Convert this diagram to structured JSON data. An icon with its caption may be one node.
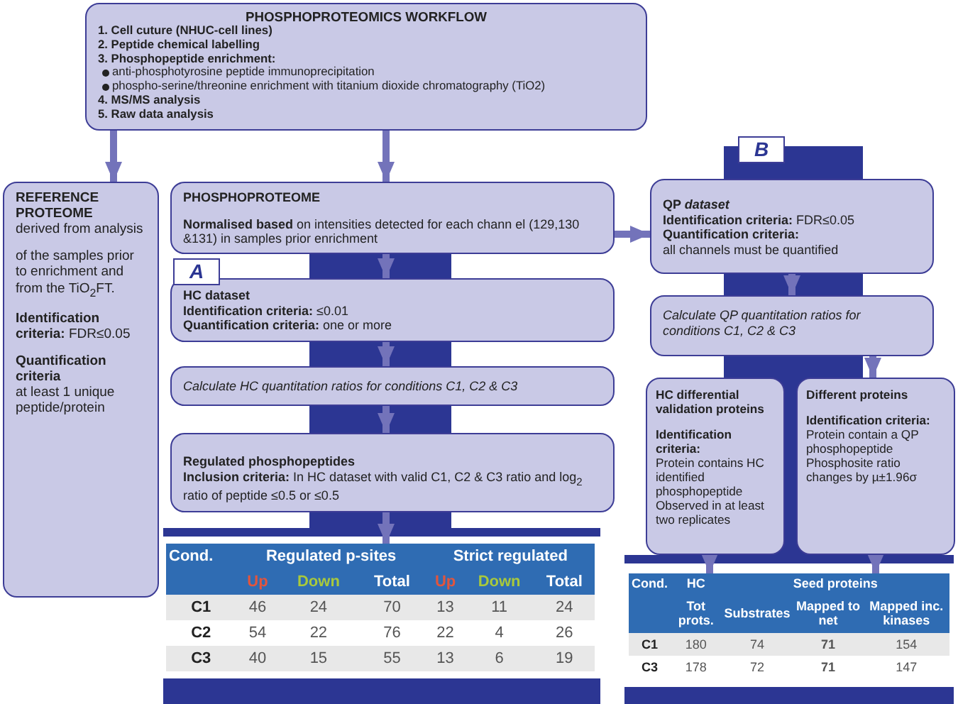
{
  "diagram": {
    "nodes": [
      {
        "text": [
          "PHOSPHOPROTEOMICS WORKFLOW",
          "1. Cell cuture (NHUC-cell lines)",
          "2. Peptide chemical labelling",
          "3. Phosphopeptide enrichment:",
          "anti-phosphotyrosine peptide immunoprecipitation",
          "phospho-serine/threonine enrichment with titanium dioxide chromatography (TiO2)",
          "4. MS/MS analysis",
          "5. Raw data analysis"
        ]
      },
      {
        "text": [
          "REFERENCE PROTEOME",
          "derived from analysis",
          "of the samples prior to enrichment and from the TiO$_{2}$FT.",
          "**Identification criteria:** FDR≤0.05",
          "Quantification criteria",
          "at least 1 unique peptide/protein"
        ]
      },
      {
        "text": [
          "PHOSPHOPROTEOME",
          "**Normalised based** on intensities detected for each chann el (129,130 &131) in samples prior enrichment"
        ]
      },
      {
        "text": [
          "HC dataset",
          "**Identification criteria:** ≤0.01",
          "**Quantification criteria:** one or more"
        ]
      },
      {
        "text": [
          "Calculate HC quantitation ratios for conditions C1, C2 & C3"
        ]
      },
      {
        "text": [
          "Regulated phosphopeptides",
          "**Inclusion criteria:** In HC dataset with valid  C1, C2 & C3 ratio and log$_{2}$  ratio of peptide ≤0.5 or ≤0.5"
        ]
      },
      {
        "text": [
          "QP *dataset*",
          "**Identification criteria:** FDR≤0.05",
          "Quantification criteria:",
          "all channels must be quantified"
        ]
      },
      {
        "text": [
          "Calculate QP quantitation ratios for conditions C1, C2 & C3"
        ]
      },
      {
        "text": [
          "HC differential validation proteins",
          "Identification criteria:",
          "Protein contains HC identified phosphopeptide Observed in at least two replicates"
        ]
      },
      {
        "text": [
          "Different proteins",
          "Identification criteria:",
          "Protein contain a QP phosphopeptide Phosphosite ratio changes by µ±1.96σ"
        ]
      },
      {
        "text": [],
        "shape": "box"
      },
      {
        "text": [],
        "shape": "box"
      }
    ],
    "edges": [
      {
        "from": 0,
        "to": 1,
        "arrow": "to"
      },
      {
        "from": 0,
        "to": 2,
        "arrow": "to"
      },
      {
        "from": 2,
        "to": 6,
        "arrow": "to"
      },
      {
        "from": 2,
        "to": 3,
        "arrow": "to"
      },
      {
        "from": 3,
        "to": 4,
        "arrow": "to"
      },
      {
        "from": 4,
        "to": 5,
        "arrow": "to"
      },
      {
        "from": 5,
        "to": 10,
        "arrow": "to"
      },
      {
        "from": 6,
        "to": 7,
        "arrow": "to"
      },
      {
        "from": 7,
        "to": 9,
        "arrow": "to"
      },
      {
        "from": 8,
        "to": 11,
        "arrow": "to"
      },
      {
        "from": 9,
        "to": 11,
        "arrow": "to"
      }
    ],
    "labels": [
      "A",
      "B",
      "Cond.",
      "Regulated p-sites",
      "Strict regulated",
      "Up",
      "Down",
      "Total",
      "Up",
      "Down",
      "Total",
      "C1",
      "46",
      "24",
      "70",
      "13",
      "11",
      "24",
      "C2",
      "54",
      "22",
      "76",
      "22",
      "4",
      "26",
      "C3",
      "40",
      "15",
      "55",
      "13",
      "6",
      "19",
      "Cond.",
      "HC",
      "Seed proteins",
      "Tot prots.",
      "Substrates",
      "Mapped to net",
      "Mapped inc. kinases",
      "C1",
      "180",
      "74",
      "71",
      "154",
      "C3",
      "178",
      "72",
      "71",
      "147"
    ]
  }
}
